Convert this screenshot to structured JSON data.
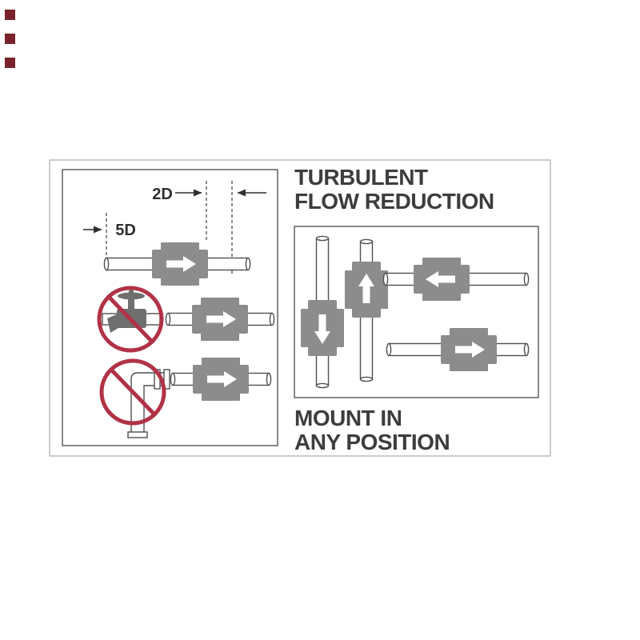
{
  "headings": {
    "turbulent_flow": {
      "line1": "TURBULENT",
      "line2": "FLOW REDUCTION"
    },
    "mount_any": {
      "line1": "MOUNT IN",
      "line2": "ANY POSITION"
    }
  },
  "dimension_labels": {
    "downstream": "2D",
    "upstream": "5D"
  },
  "icons": {
    "flow_sensor": "flow-sensor-icon",
    "flow_arrow": "flow-direction-arrow-icon",
    "prohibition": "no-symbol-icon",
    "valve": "faucet-valve-icon",
    "elbow": "pipe-elbow-icon"
  },
  "colors": {
    "sensor_gray": "#8c8c8c",
    "pipe_outline": "#4f4f4f",
    "panel_border": "#555555",
    "outer_border": "#9a9a9a",
    "prohibition_red": "#b13246",
    "heading_text": "#3d3d3d",
    "dim_text": "#2f2f2f",
    "valve_gray": "#6f6f6f",
    "bullet_red": "#7a222c"
  }
}
